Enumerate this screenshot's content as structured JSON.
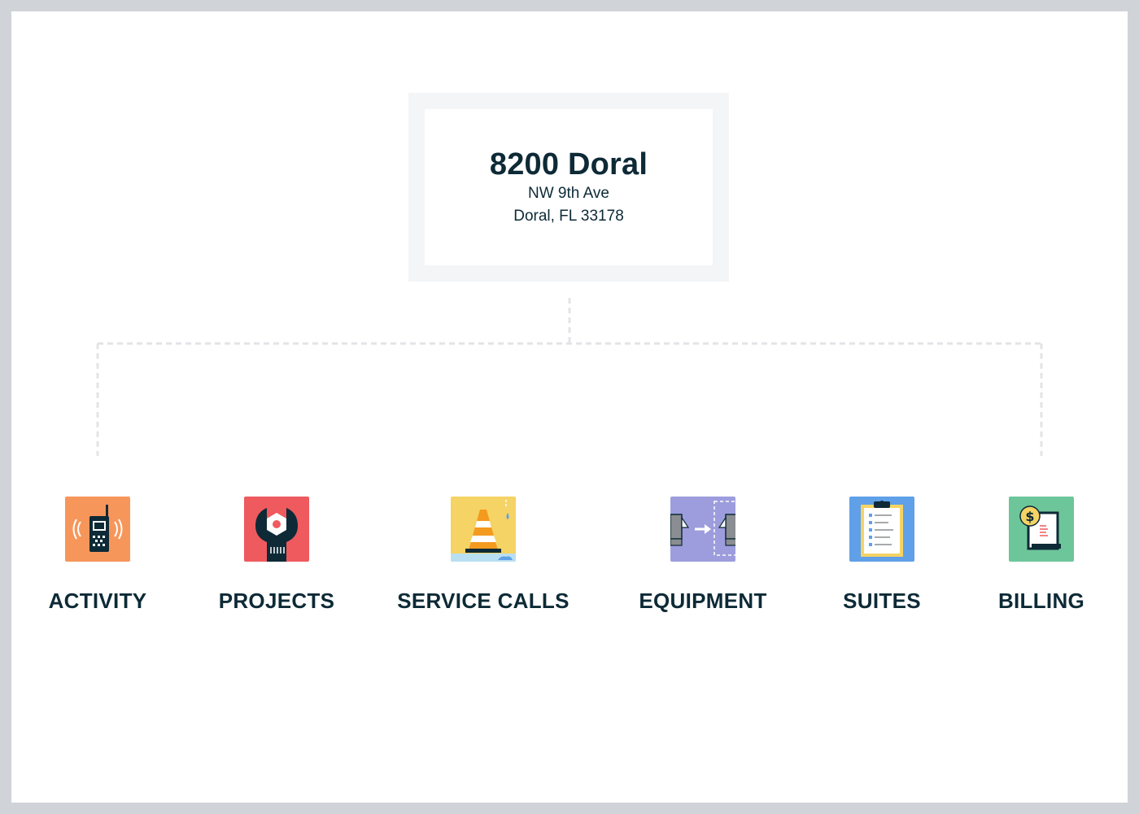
{
  "building": {
    "name": "8200 Doral",
    "address_line1": "NW 9th Ave",
    "address_line2": "Doral, FL 33178"
  },
  "nodes": [
    {
      "label": "ACTIVITY",
      "icon": "walkie-talkie-icon",
      "color": "#f7965a"
    },
    {
      "label": "PROJECTS",
      "icon": "wrench-icon",
      "color": "#ee5a5e"
    },
    {
      "label": "SERVICE CALLS",
      "icon": "traffic-cone-icon",
      "color": "#f5d364"
    },
    {
      "label": "EQUIPMENT",
      "icon": "equipment-move-icon",
      "color": "#9d9ddd"
    },
    {
      "label": "SUITES",
      "icon": "clipboard-icon",
      "color": "#5fa0e8"
    },
    {
      "label": "BILLING",
      "icon": "invoice-icon",
      "color": "#6dc69a"
    }
  ],
  "colors": {
    "text": "#0d2a36",
    "connector": "#e2e4e7",
    "frame": "#d0d3d7"
  }
}
